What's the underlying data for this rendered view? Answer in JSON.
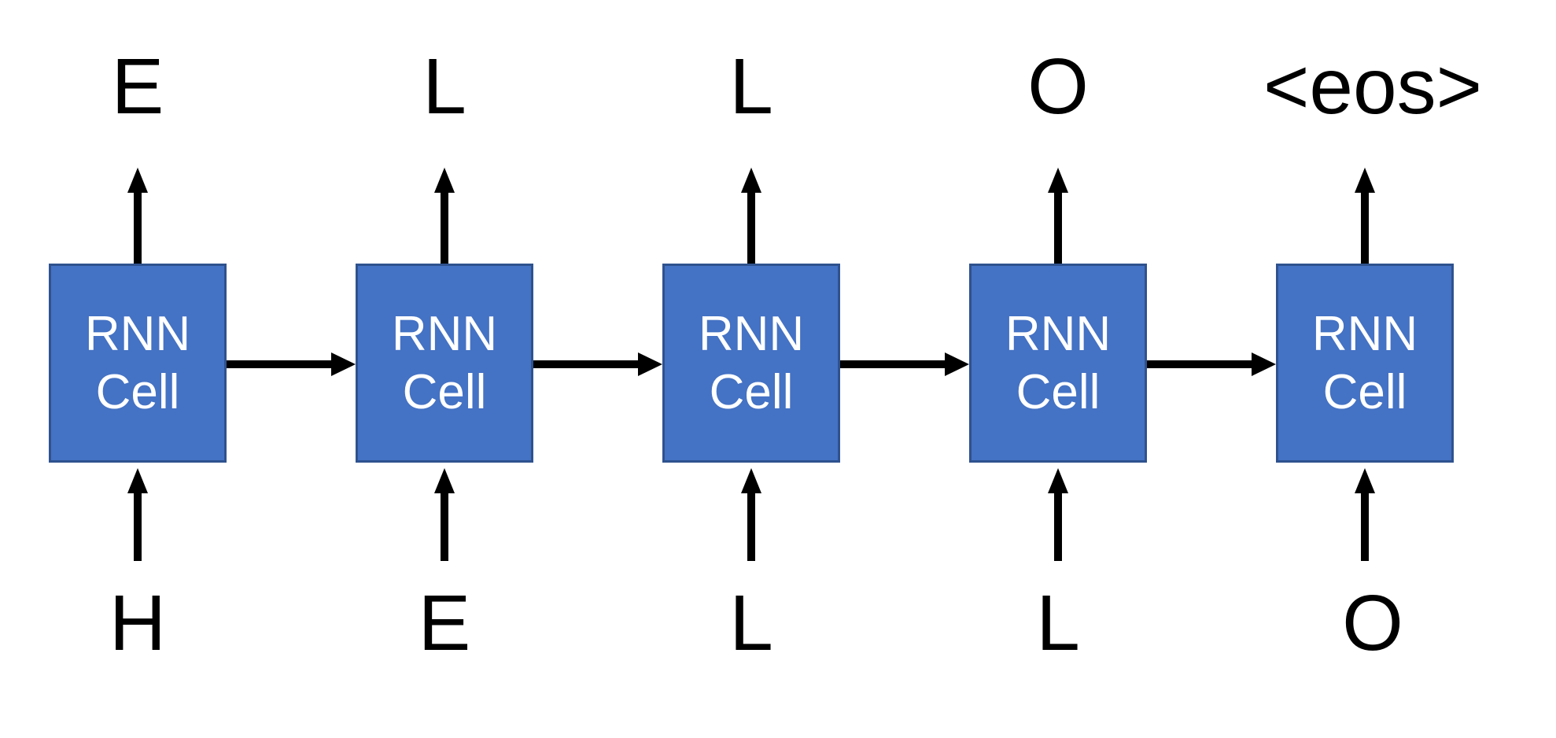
{
  "diagram": {
    "type": "rnn-unrolled-sequence",
    "description": "Unrolled recurrent neural network over 5 timesteps spelling HELLO",
    "box_label": {
      "line1": "RNN",
      "line2": "Cell"
    },
    "colors": {
      "box_fill": "#4472C4",
      "box_border": "#2F528F",
      "arrow": "#000000",
      "box_text": "#FFFFFF",
      "bg": "#FFFFFF"
    },
    "cells": [
      {
        "output": "E",
        "input": "H"
      },
      {
        "output": "L",
        "input": "E"
      },
      {
        "output": "L",
        "input": "L"
      },
      {
        "output": "O",
        "input": "L"
      },
      {
        "output": "<eos>",
        "input": "O"
      }
    ]
  }
}
